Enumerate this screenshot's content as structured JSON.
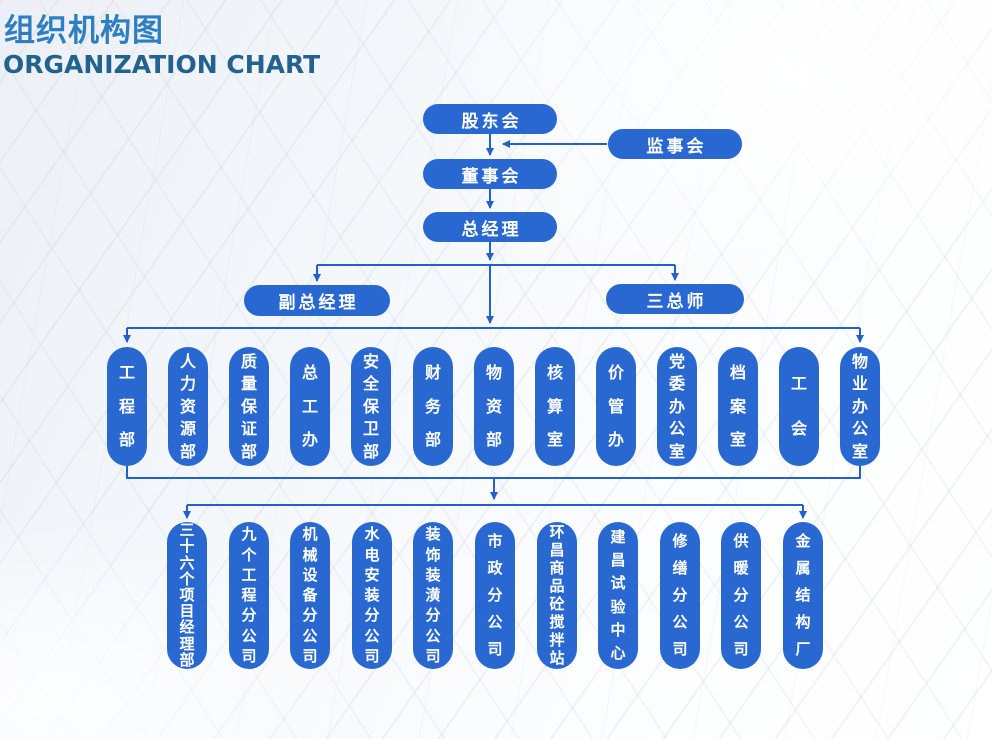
{
  "page": {
    "title_zh": "组织机构图",
    "title_en": "ORGANIZATION CHART"
  },
  "colors": {
    "node_blue": "#2a68d1",
    "connector": "#2360cd",
    "title_zh": "#2e7fc1",
    "title_en": "#21628e"
  },
  "chart": {
    "top_nodes": [
      {
        "id": "shareholders",
        "label": "股东会"
      },
      {
        "id": "supervisory-board",
        "label": "监事会"
      },
      {
        "id": "board-of-directors",
        "label": "董事会"
      },
      {
        "id": "general-manager",
        "label": "总经理"
      },
      {
        "id": "deputy-general-manager",
        "label": "副总经理"
      },
      {
        "id": "three-chief-engineers",
        "label": "三总师"
      }
    ],
    "departments": [
      "工程部",
      "人力资源部",
      "质量保证部",
      "总工办",
      "安全保卫部",
      "财务部",
      "物资部",
      "核算室",
      "价管办",
      "党委办公室",
      "档案室",
      "工会",
      "物业办公室"
    ],
    "subsidiaries": [
      "三十六个项目经理部",
      "九个工程分公司",
      "机械设备分公司",
      "水电安装分公司",
      "装饰装潢分公司",
      "市政分公司",
      "环昌商品砼搅拌站",
      "建昌试验中心",
      "修缮分公司",
      "供暖分公司",
      "金属结构厂"
    ],
    "edges": [
      {
        "from": "股东会",
        "to": "董事会"
      },
      {
        "from": "监事会",
        "to": "董事会"
      },
      {
        "from": "董事会",
        "to": "总经理"
      },
      {
        "from": "总经理",
        "to": "副总经理"
      },
      {
        "from": "总经理",
        "to": "三总师"
      },
      {
        "from": "总经理",
        "to": "departments"
      },
      {
        "from": "departments",
        "to": "subsidiaries"
      }
    ]
  }
}
